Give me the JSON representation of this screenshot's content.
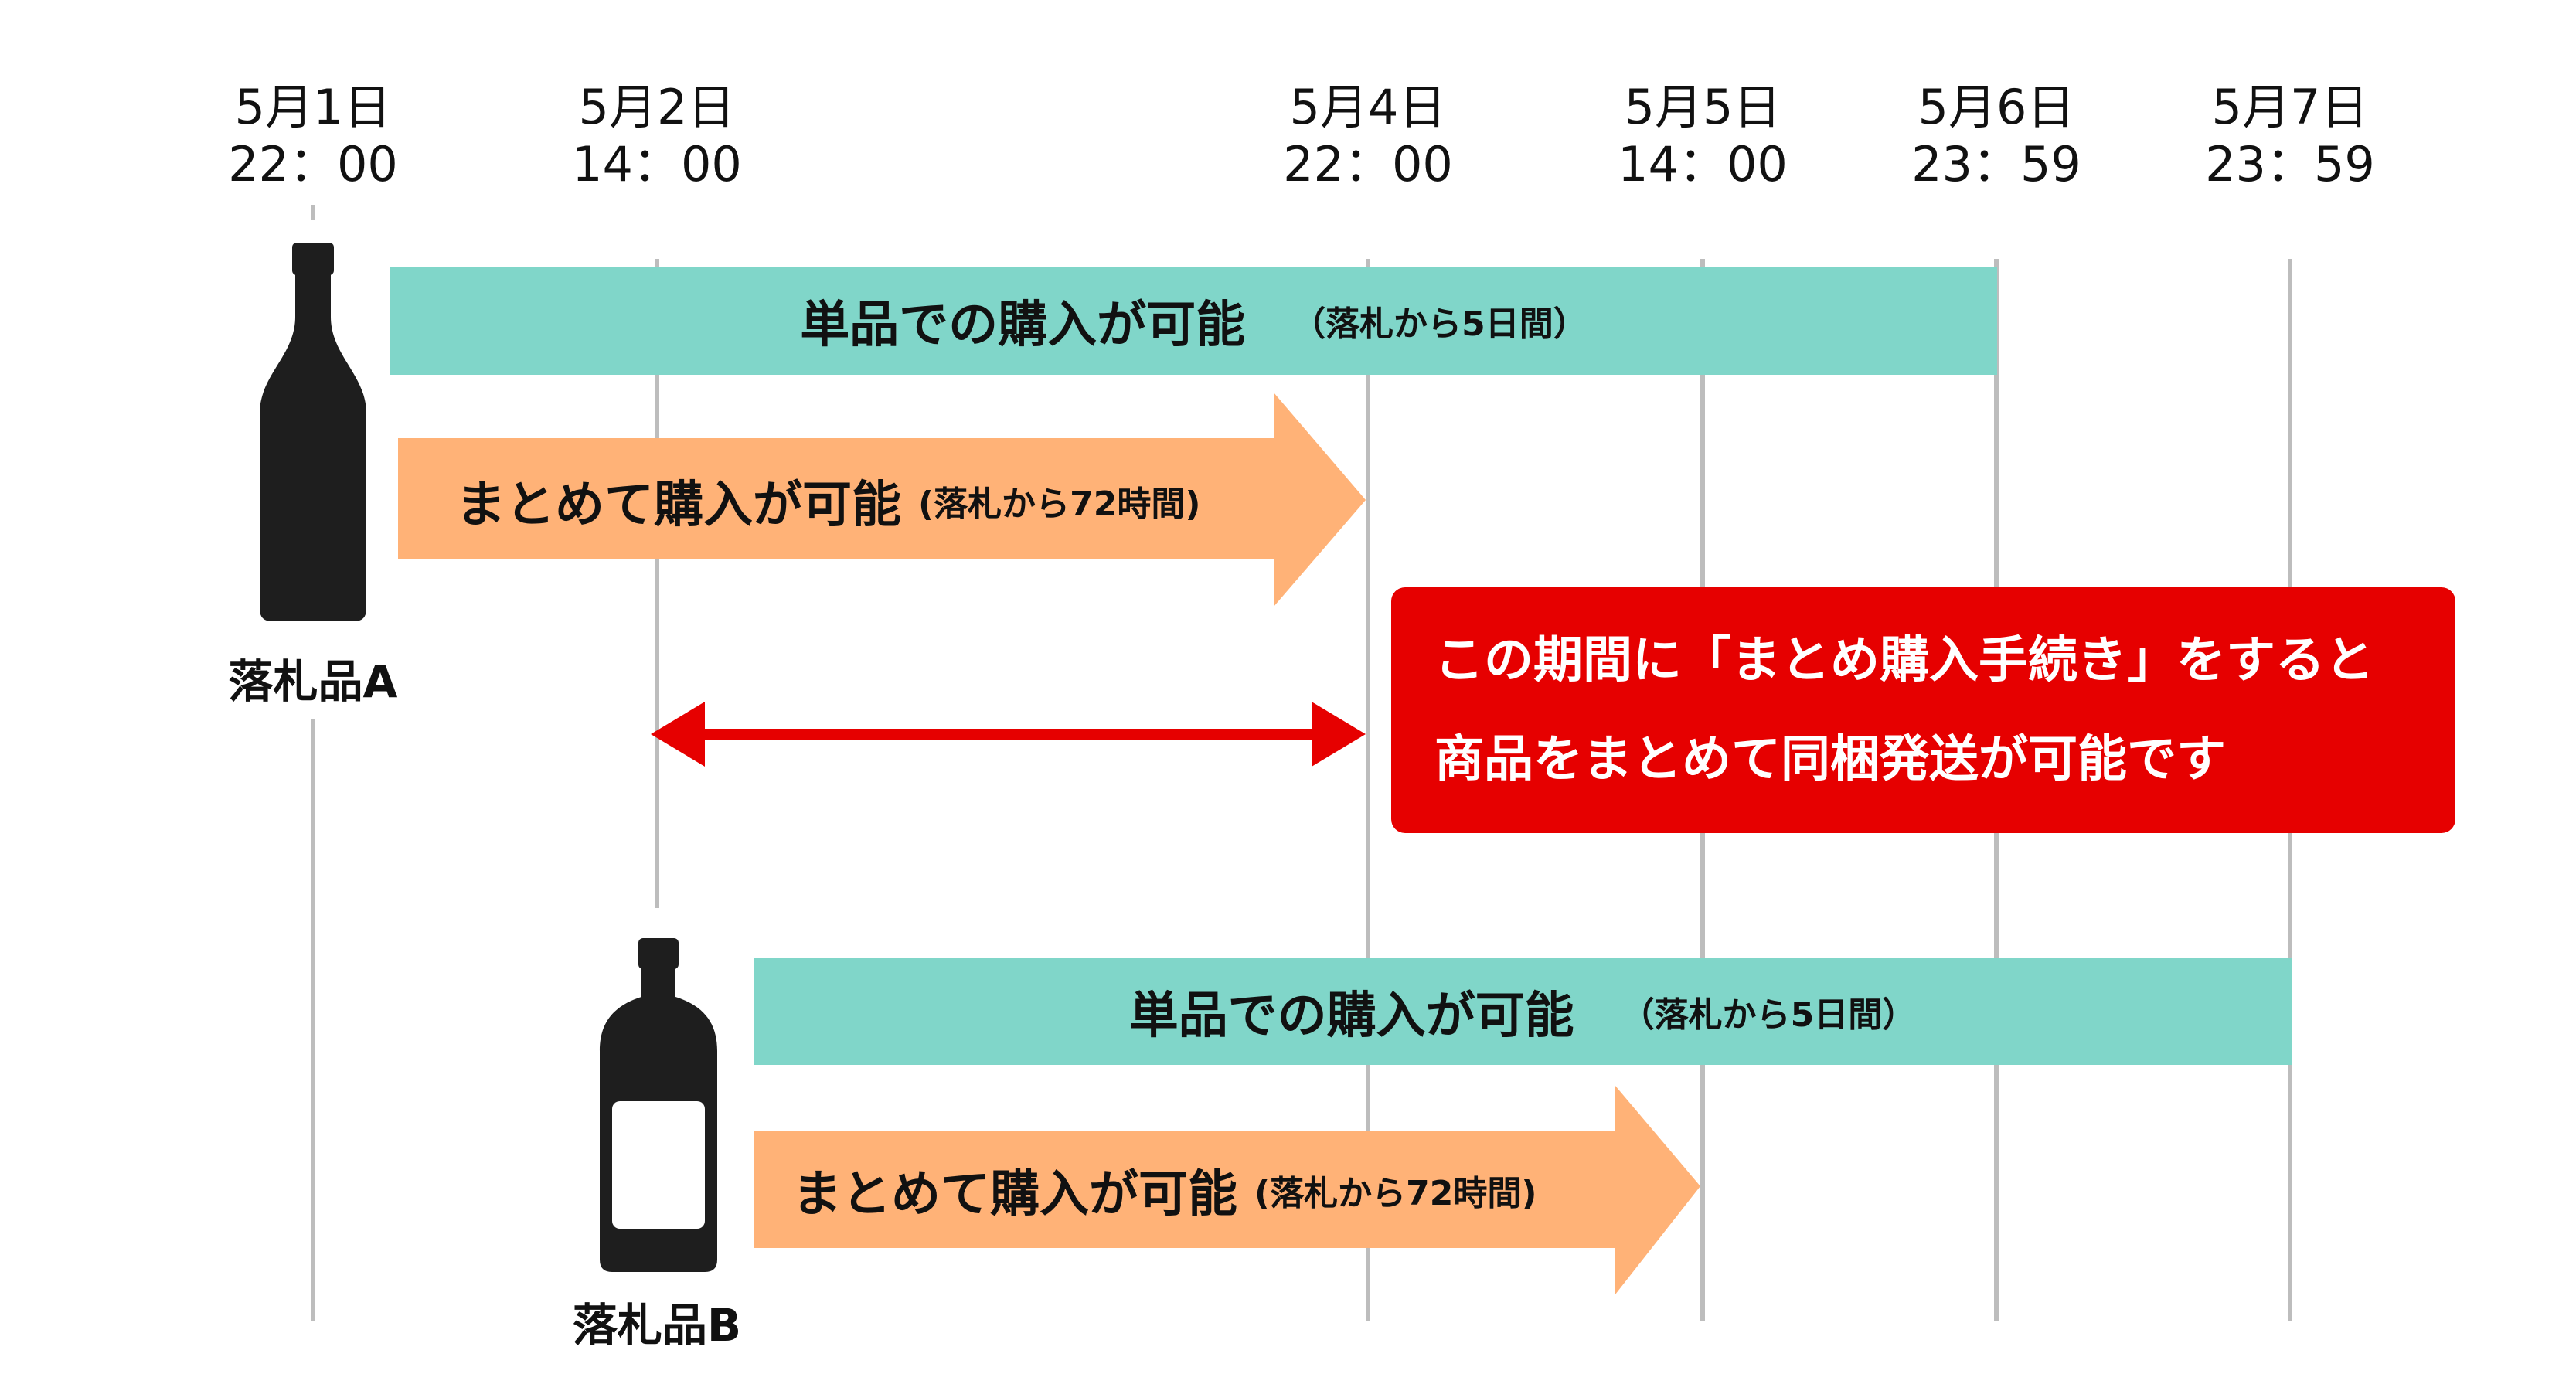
{
  "colors": {
    "guide": "#bdbdbd",
    "teal": "#80d6c9",
    "orange": "#ffb277",
    "red": "#e60000",
    "bottle_dark": "#1e1e1e",
    "bottle_label": "#ffffff"
  },
  "ticks": [
    {
      "date": "5月1日",
      "time": "22：00"
    },
    {
      "date": "5月2日",
      "time": "14：00"
    },
    {
      "date": "5月4日",
      "time": "22：00"
    },
    {
      "date": "5月5日",
      "time": "14：00"
    },
    {
      "date": "5月6日",
      "time": "23：59"
    },
    {
      "date": "5月7日",
      "time": "23：59"
    }
  ],
  "item_a": {
    "label": "落札品A",
    "single_bar": {
      "main": "単品での購入が可能",
      "sub": "（落札から5日間）"
    },
    "bundle_bar": {
      "main": "まとめて購入が可能",
      "sub": "(落札から72時間)"
    },
    "icon": "bottle-icon"
  },
  "item_b": {
    "label": "落札品B",
    "single_bar": {
      "main": "単品での購入が可能",
      "sub": "（落札から5日間）"
    },
    "bundle_bar": {
      "main": "まとめて購入が可能",
      "sub": "(落札から72時間)"
    },
    "icon": "labeled-bottle-icon"
  },
  "note": {
    "line1": "この期間に「まとめ購入手続き」をすると",
    "line2": "商品をまとめて同梱発送が可能です"
  }
}
